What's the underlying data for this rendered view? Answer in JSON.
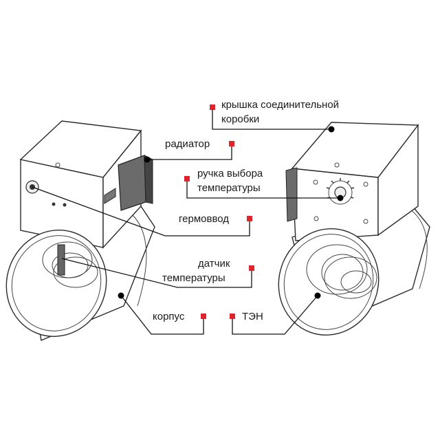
{
  "labels": {
    "lid": "крышка соединительной",
    "lid_line2": "коробки",
    "radiator": "радиатор",
    "knob": "ручка выбора",
    "knob_line2": "температуры",
    "gland": "гермоввод",
    "sensor": "датчик",
    "sensor_line2": "температуры",
    "housing": "корпус",
    "element": "ТЭН"
  },
  "colors": {
    "marker": "#e0242b",
    "line": "#111111",
    "text": "#1a1a1a"
  }
}
